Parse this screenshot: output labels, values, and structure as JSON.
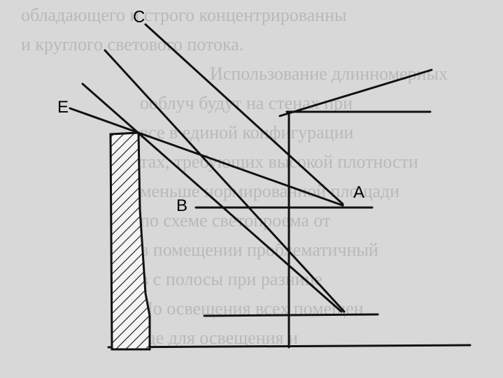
{
  "diagram": {
    "labels": {
      "A": "A",
      "B": "B",
      "C": "C",
      "E": "E"
    },
    "background_text_lines": [
      "обладающего и строго концентрированны",
      "и круглого светового потока.",
      "Использование длинномерных",
      "ооблуч будут на стенах при",
      "все в единой конфигурации",
      "тах, требующих высокой плотности",
      "меньше нормированной площади",
      "по схеме светопроема от",
      "в помещении проблематичный",
      "в с полосы при разнице",
      "По освещения всех помещен",
      "где для освещения и"
    ],
    "colors": {
      "ink": "#111111",
      "paper": "#d8d8d8",
      "ghost_text": "#b9b9b9"
    }
  }
}
